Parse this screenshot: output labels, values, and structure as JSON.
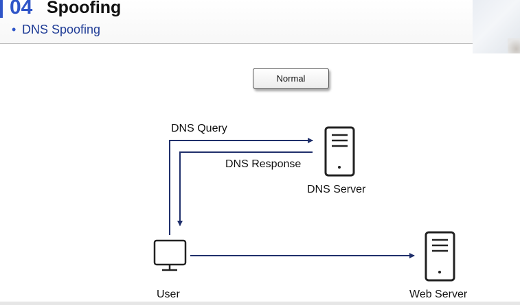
{
  "header": {
    "section_number": "04",
    "title": "Spoofing",
    "bullet": "•",
    "subtitle": "DNS Spoofing"
  },
  "diagram": {
    "mode_button_label": "Normal",
    "dns_query_label": "DNS Query",
    "dns_response_label": "DNS Response",
    "dns_server_label": "DNS Server",
    "user_label": "User",
    "web_server_label": "Web Server"
  },
  "icons": {
    "dns_server": "server-icon",
    "web_server": "server-icon",
    "user": "monitor-icon"
  },
  "colors": {
    "accent_blue": "#2f55c8",
    "arrow_navy": "#1f2f6b",
    "icon_dark": "#222222"
  }
}
